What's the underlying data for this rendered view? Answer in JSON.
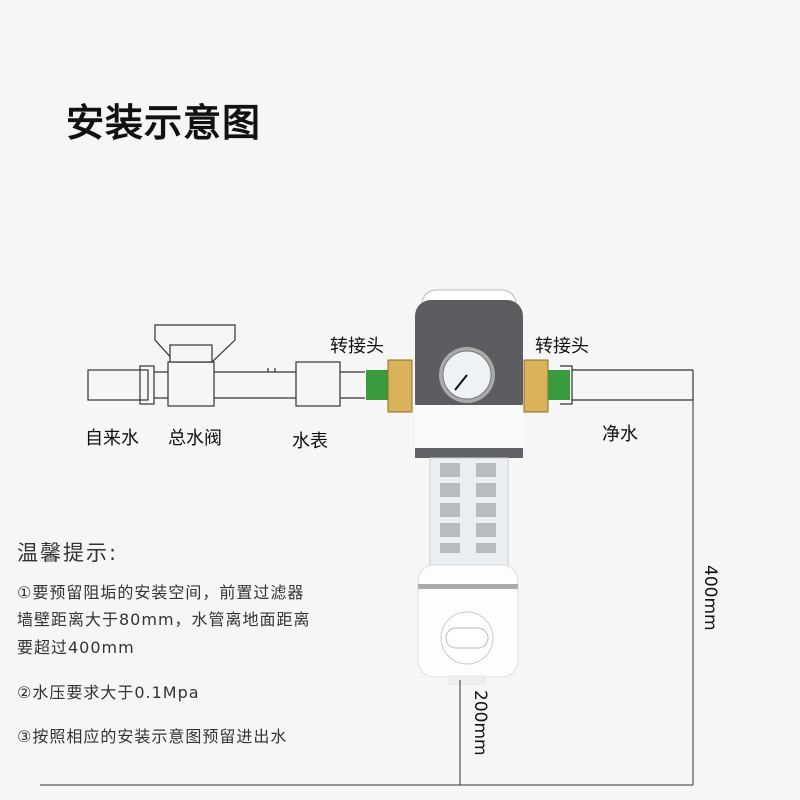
{
  "title": "安装示意图",
  "labels": {
    "tap_water": "自来水",
    "main_valve": "总水阀",
    "water_meter": "水表",
    "adapter_left": "转接头",
    "adapter_right": "转接头",
    "clean_water": "净水"
  },
  "dimensions": {
    "height_400": "400mm",
    "height_200": "200mm"
  },
  "tips": {
    "title": "温馨提示:",
    "items": [
      "①要预留阻垢的安装空间，前置过滤器",
      "墙壁距离大于80mm，水管离地面距离",
      "要超过400mm",
      "②水压要求大于0.1Mpa",
      "③按照相应的安装示意图预留进出水"
    ]
  },
  "colors": {
    "green_connector": "#3a9a3e",
    "brass": "#d9b25a",
    "filter_gray": "#5b5d60"
  }
}
